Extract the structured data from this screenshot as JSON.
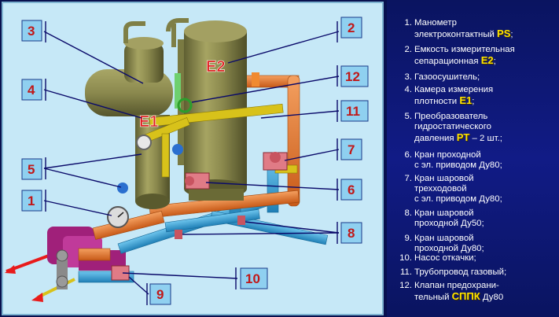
{
  "callouts": [
    "1",
    "2",
    "3",
    "4",
    "5",
    "6",
    "7",
    "8",
    "9",
    "10",
    "11",
    "12"
  ],
  "equipment_tags": {
    "e1": "E1",
    "e2": "E2"
  },
  "legend": [
    {
      "num": "1.",
      "lines": [
        "Манометр",
        "электроконтактный "
      ],
      "hl": "PS",
      "tail": ";"
    },
    {
      "num": "2.",
      "lines": [
        "Емкость измерительная",
        "сепарационная "
      ],
      "hl": "E2",
      "tail": ";"
    },
    {
      "num": "3.",
      "lines": [
        "Газоосушитель;"
      ],
      "hl": "",
      "tail": ""
    },
    {
      "num": "4.",
      "lines": [
        "Камера измерения",
        "плотности "
      ],
      "hl": "E1",
      "tail": ";"
    },
    {
      "num": "5.",
      "lines": [
        "Преобразователь",
        "гидростатического",
        "давления "
      ],
      "hl": "PT",
      "tail": " – 2 шт.;"
    },
    {
      "num": "6.",
      "lines": [
        "Кран проходной",
        "с эл. приводом Ду80;"
      ],
      "hl": "",
      "tail": ""
    },
    {
      "num": "7.",
      "lines": [
        "Кран шаровой",
        "трехходовой",
        "с эл. приводом Ду80;"
      ],
      "hl": "",
      "tail": ""
    },
    {
      "num": "8.",
      "lines": [
        "Кран шаровой",
        "проходной Ду50;"
      ],
      "hl": "",
      "tail": ""
    },
    {
      "num": "9.",
      "lines": [
        "Кран шаровой",
        "проходной Ду80;"
      ],
      "hl": "",
      "tail": ""
    },
    {
      "num": "10.",
      "lines": [
        "Насос откачки;"
      ],
      "hl": "",
      "tail": ""
    },
    {
      "num": "11.",
      "lines": [
        "Трубопровод газовый;"
      ],
      "hl": "",
      "tail": ""
    },
    {
      "num": "12.",
      "lines": [
        "Клапан предохрани-",
        "тельный "
      ],
      "hl": "СППК",
      "tail": " Ду80"
    }
  ],
  "colors": {
    "scene_bg": "#c6e8f7",
    "vessel": "#8f8f52",
    "gas_pipe": "#d8c21a",
    "orange_pipe": "#e47a2a",
    "blue_pipe": "#3aa6d6",
    "valve": "#e07b86",
    "callout_box": "#8fd0f0",
    "leader": "#0a0a6a"
  }
}
